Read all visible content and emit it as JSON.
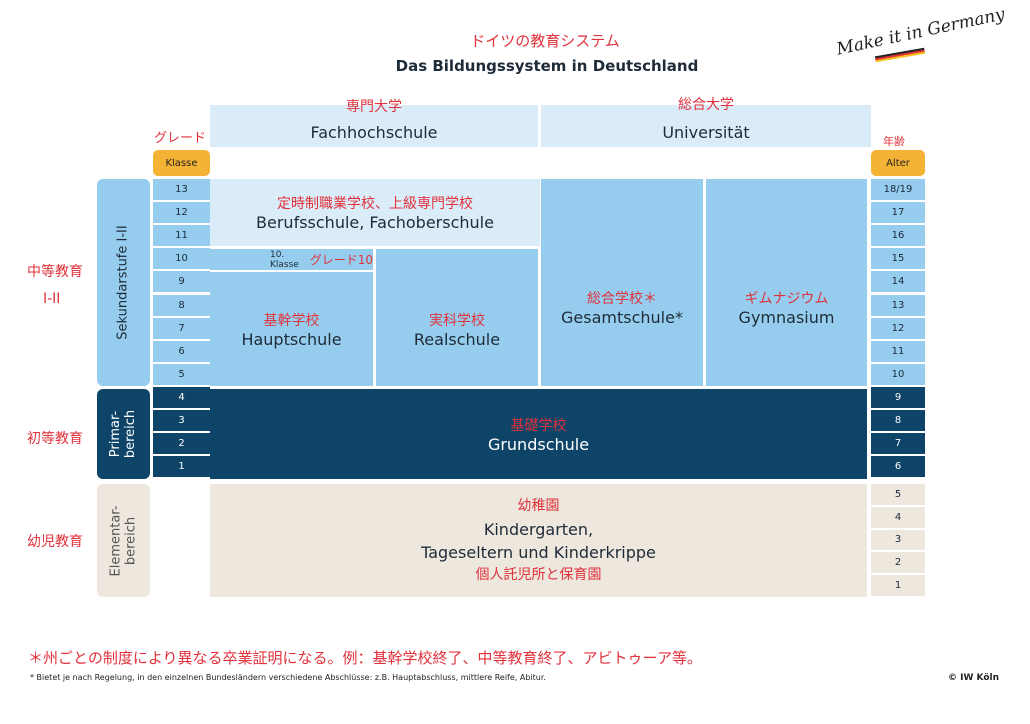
{
  "title_jp": "ドイツの教育システム",
  "title_de": "Das Bildungssystem in Deutschland",
  "logo": "Make it in Germany",
  "headers": {
    "grade_jp": "グレード",
    "grade_de": "Klasse",
    "age_jp": "年齢",
    "age_de": "Alter"
  },
  "higher": {
    "fh_jp": "専門大学",
    "fh_de": "Fachhochschule",
    "uni_jp": "総合大学",
    "uni_de": "Universität"
  },
  "grades": [
    "13",
    "12",
    "11",
    "10",
    "9",
    "8",
    "7",
    "6",
    "5",
    "4",
    "3",
    "2",
    "1"
  ],
  "ages": [
    "18/19",
    "17",
    "16",
    "15",
    "14",
    "13",
    "12",
    "11",
    "10",
    "9",
    "8",
    "7",
    "6",
    "5",
    "4",
    "3",
    "2",
    "1"
  ],
  "levels": {
    "sek_de": "Sekundarstufe I-II",
    "prim_de": "Primar-\nbereich",
    "elem_de": "Elementar-\nbereich",
    "sek_jp": "中等教育",
    "sek_jp2": "I-II",
    "prim_jp": "初等教育",
    "elem_jp": "幼児教育"
  },
  "schools": {
    "beruf_jp": "定時制職業学校、上級専門学校",
    "beruf_de": "Berufsschule, Fachoberschule",
    "klasse10_de": "10. Klasse",
    "klasse10_jp": "グレード10",
    "haupt_jp": "基幹学校",
    "haupt_de": "Hauptschule",
    "real_jp": "実科学校",
    "real_de": "Realschule",
    "gesamt_jp": "総合学校＊",
    "gesamt_de": "Gesamtschule*",
    "gym_jp": "ギムナジウム",
    "gym_de": "Gymnasium",
    "grund_jp": "基礎学校",
    "grund_de": "Grundschule",
    "kinder_jp": "幼稚園",
    "kinder_de1": "Kindergarten,",
    "kinder_de2": "Tageseltern und Kinderkrippe",
    "kinder_jp2": "個人託児所と保育園"
  },
  "footnote_jp": "＊州ごとの制度により異なる卒業証明になる。例：基幹学校終了、中等教育終了、アビトゥーア等。",
  "footnote_de": "* Bietet je nach Regelung, in den einzelnen Bundesländern verschiedene Abschlüsse: z.B. Hauptabschluss, mittlere Reife, Abitur.",
  "copyright": "© IW Köln"
}
